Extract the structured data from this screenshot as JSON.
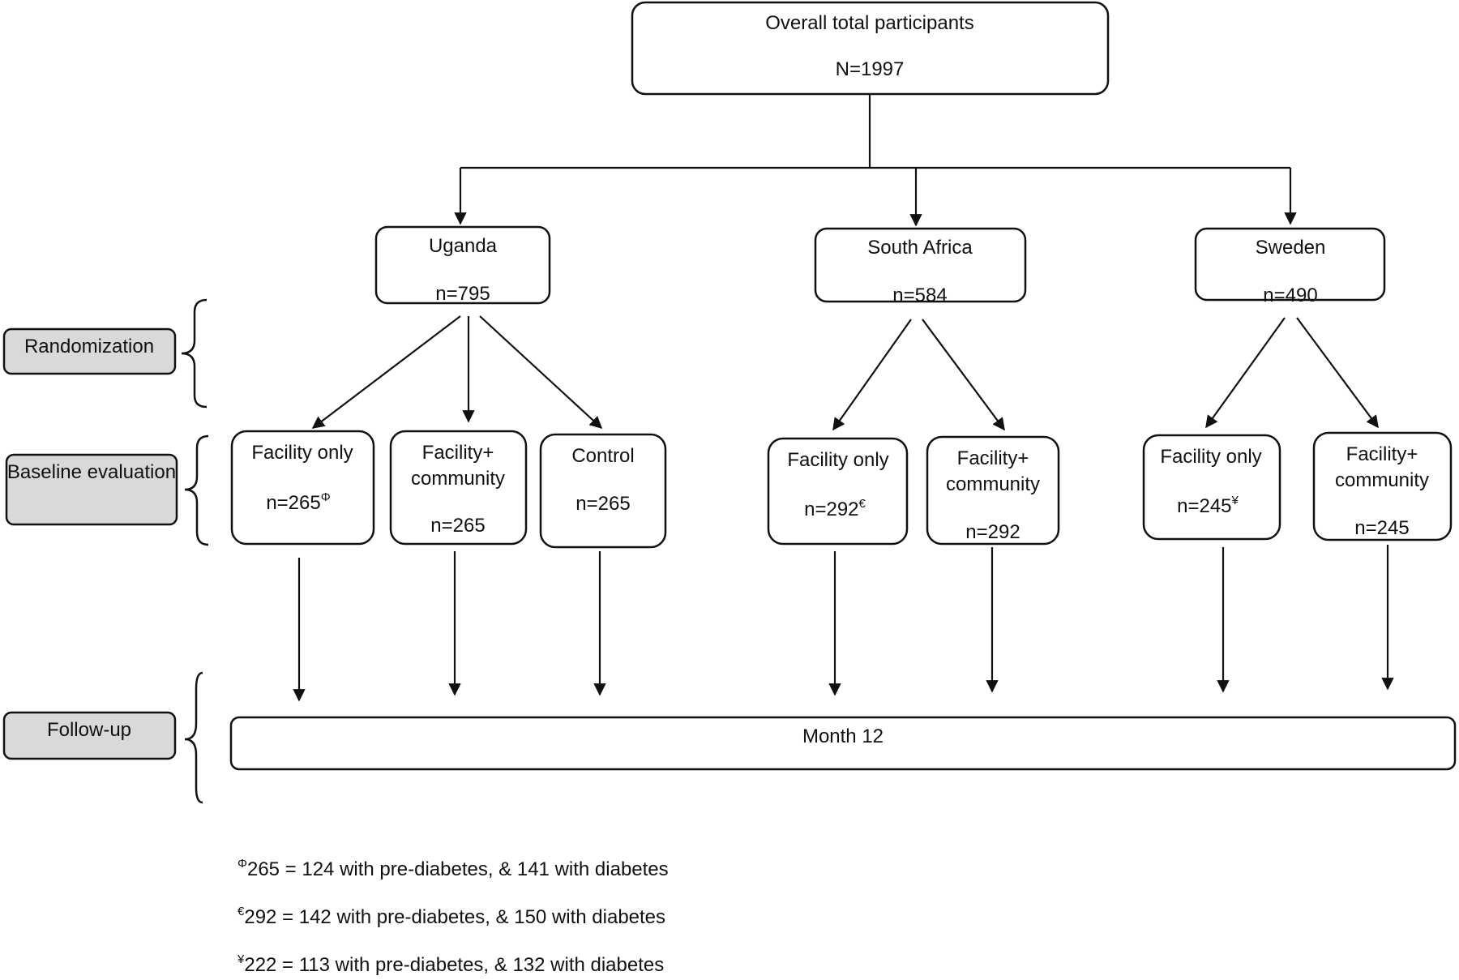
{
  "root": {
    "title": "Overall total participants",
    "count": "N=1997"
  },
  "countries": [
    {
      "name": "Uganda",
      "count": "n=795"
    },
    {
      "name": "South Africa",
      "count": "n=584"
    },
    {
      "name": "Sweden",
      "count": "n=490"
    }
  ],
  "stages": [
    "Randomization",
    "Baseline evaluation",
    "Follow-up"
  ],
  "arms": {
    "uganda_facility": {
      "line1": "Facility only",
      "count": "n=265",
      "mark": "Φ"
    },
    "uganda_community": {
      "line1": "Facility+",
      "line2": "community",
      "count": "n=265"
    },
    "uganda_control": {
      "line1": "Control",
      "count": "n=265"
    },
    "sa_facility": {
      "line1": "Facility only",
      "count": "n=292",
      "mark": "€"
    },
    "sa_community": {
      "line1": "Facility+",
      "line2": "community",
      "count": "n=292"
    },
    "sweden_facility": {
      "line1": "Facility only",
      "count": "n=245",
      "mark": "¥"
    },
    "sweden_community": {
      "line1": "Facility+",
      "line2": "community",
      "count": "n=245"
    }
  },
  "followup": {
    "label": "Month 12"
  },
  "footnotes": [
    {
      "mark": "Φ",
      "text": "265 = 124 with pre-diabetes, & 141 with diabetes"
    },
    {
      "mark": "€",
      "text": "292  = 142 with pre-diabetes, & 150 with diabetes"
    },
    {
      "mark": "¥",
      "text": "222  = 113 with pre-diabetes, & 132 with diabetes"
    }
  ]
}
